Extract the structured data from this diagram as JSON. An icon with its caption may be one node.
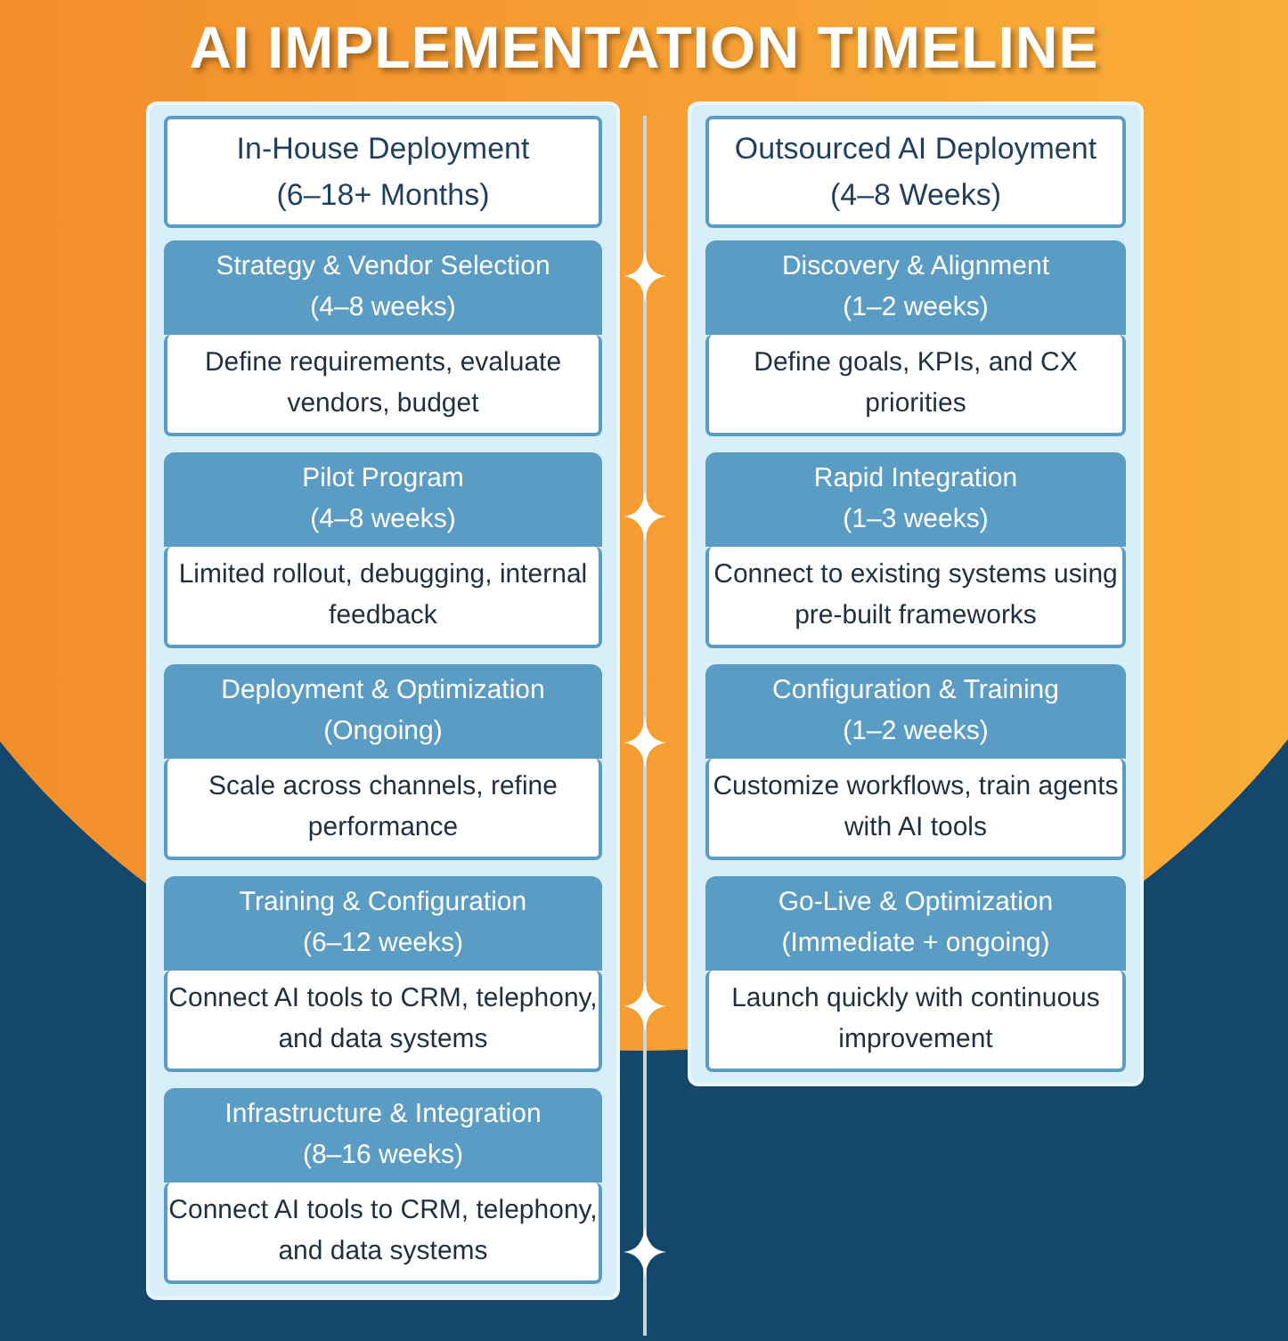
{
  "diagram": {
    "title": "AI IMPLEMENTATION TIMELINE",
    "nodes": [
      {
        "text": [],
        "shape": "box"
      },
      {
        "text": [
          "In-House Deployment",
          "(6–18+ Months)"
        ],
        "in": 0
      },
      {
        "text": [
          "Strategy & Vendor Selection",
          "(4–8 weeks)"
        ],
        "in": 0
      },
      {
        "text": [
          "Define requirements, evaluate vendors, budget"
        ],
        "in": 0
      },
      {
        "text": [
          "Pilot Program",
          "(4–8 weeks)"
        ],
        "in": 0
      },
      {
        "text": [
          "Limited rollout, debugging, internal feedback"
        ],
        "in": 0
      },
      {
        "text": [
          "Deployment & Optimization",
          "(Ongoing)"
        ],
        "in": 0
      },
      {
        "text": [
          "Scale across channels, refine performance"
        ],
        "in": 0
      },
      {
        "text": [
          "Training & Configuration",
          "(6–12 weeks)"
        ],
        "in": 0
      },
      {
        "text": [
          "Connect AI tools to CRM, telephony, and data systems"
        ],
        "in": 0
      },
      {
        "text": [
          "Infrastructure & Integration",
          "(8–16 weeks)"
        ],
        "in": 0
      },
      {
        "text": [
          "Connect AI tools to CRM, telephony, and data systems"
        ],
        "in": 0
      },
      {
        "text": [],
        "shape": "box"
      },
      {
        "text": [
          "Outsourced AI Deployment",
          "(4–8 Weeks)"
        ],
        "in": 12
      },
      {
        "text": [
          "Discovery & Alignment",
          "(1–2 weeks)"
        ],
        "in": 12
      },
      {
        "text": [
          "Define goals, KPIs, and CX priorities"
        ],
        "in": 12
      },
      {
        "text": [
          "Rapid Integration",
          "(1–3 weeks)"
        ],
        "in": 12
      },
      {
        "text": [
          "Connect to existing systems using pre-built frameworks"
        ],
        "in": 12
      },
      {
        "text": [
          "Configuration & Training",
          "(1–2 weeks)"
        ],
        "in": 12
      },
      {
        "text": [
          "Customize workflows, train agents with AI tools"
        ],
        "in": 12
      },
      {
        "text": [
          "Go-Live & Optimization",
          "(Immediate + ongoing)"
        ],
        "in": 12
      },
      {
        "text": [
          "Launch quickly with continuous improvement"
        ],
        "in": 12
      }
    ]
  }
}
